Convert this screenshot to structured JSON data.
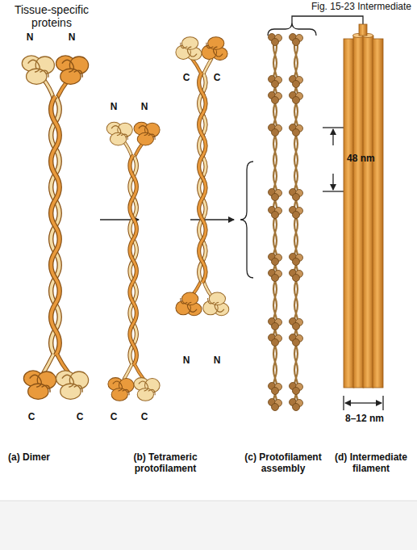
{
  "diagram": {
    "labels": [
      "Fig. 15-23 Intermediate",
      "Tissue-specific proteins",
      "N",
      "N",
      "C",
      "C",
      "C",
      "C",
      "N",
      "N",
      "N",
      "N",
      "C",
      "C",
      "48 nm",
      "8–12 nm",
      "(a) Dimer",
      "(b) Tetrameric protofilament",
      "(c) Protofilament assembly",
      "(d) Intermediate filament"
    ]
  }
}
